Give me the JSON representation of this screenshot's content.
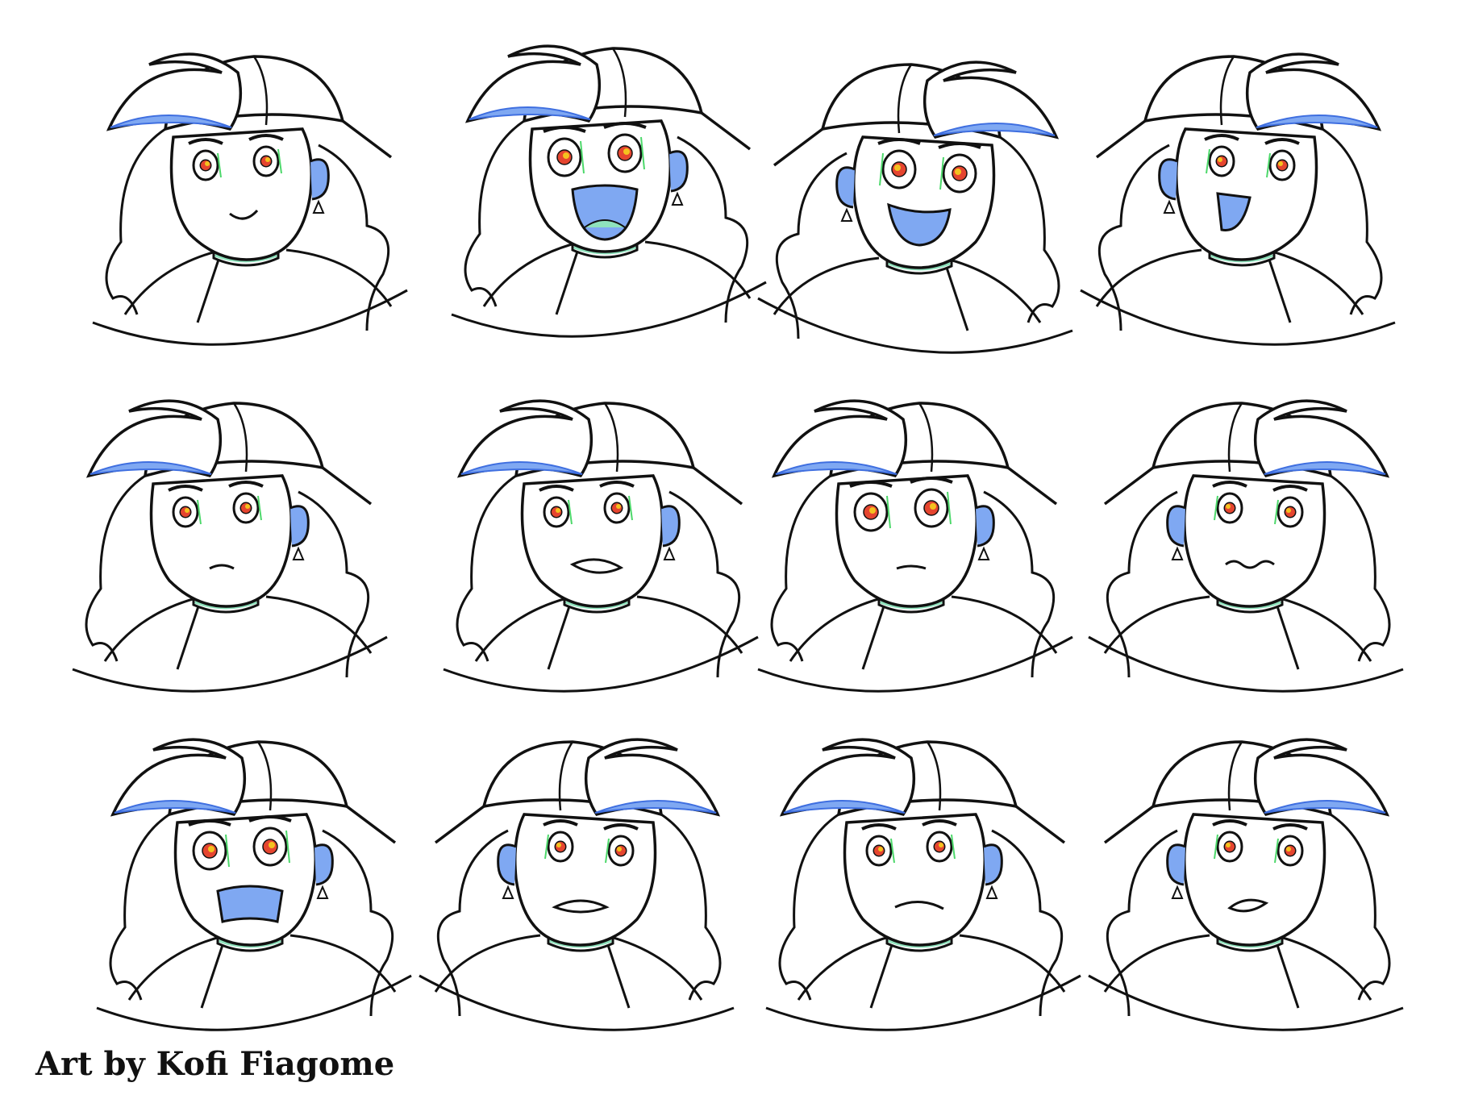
{
  "caption": "Art by Kofi Fiagome",
  "colors": {
    "line": "#111111",
    "shadow_blue": "#7fa8f2",
    "rim_blue": "#3f6fe0",
    "collar_green": "#8fe3bd",
    "eye_green": "#4cd86a",
    "iris_red": "#e5452f",
    "iris_yellow": "#f4c21f"
  },
  "drawings": [
    {
      "expression": "smirk",
      "facing": "left"
    },
    {
      "expression": "laugh",
      "facing": "front"
    },
    {
      "expression": "grin",
      "facing": "right"
    },
    {
      "expression": "shout",
      "facing": "right"
    },
    {
      "expression": "frown",
      "facing": "left"
    },
    {
      "expression": "disgust",
      "facing": "front"
    },
    {
      "expression": "stare",
      "facing": "front"
    },
    {
      "expression": "nervous",
      "facing": "right"
    },
    {
      "expression": "shock",
      "facing": "left"
    },
    {
      "expression": "angry",
      "facing": "right"
    },
    {
      "expression": "scowl",
      "facing": "left"
    },
    {
      "expression": "sneer",
      "facing": "right"
    }
  ]
}
